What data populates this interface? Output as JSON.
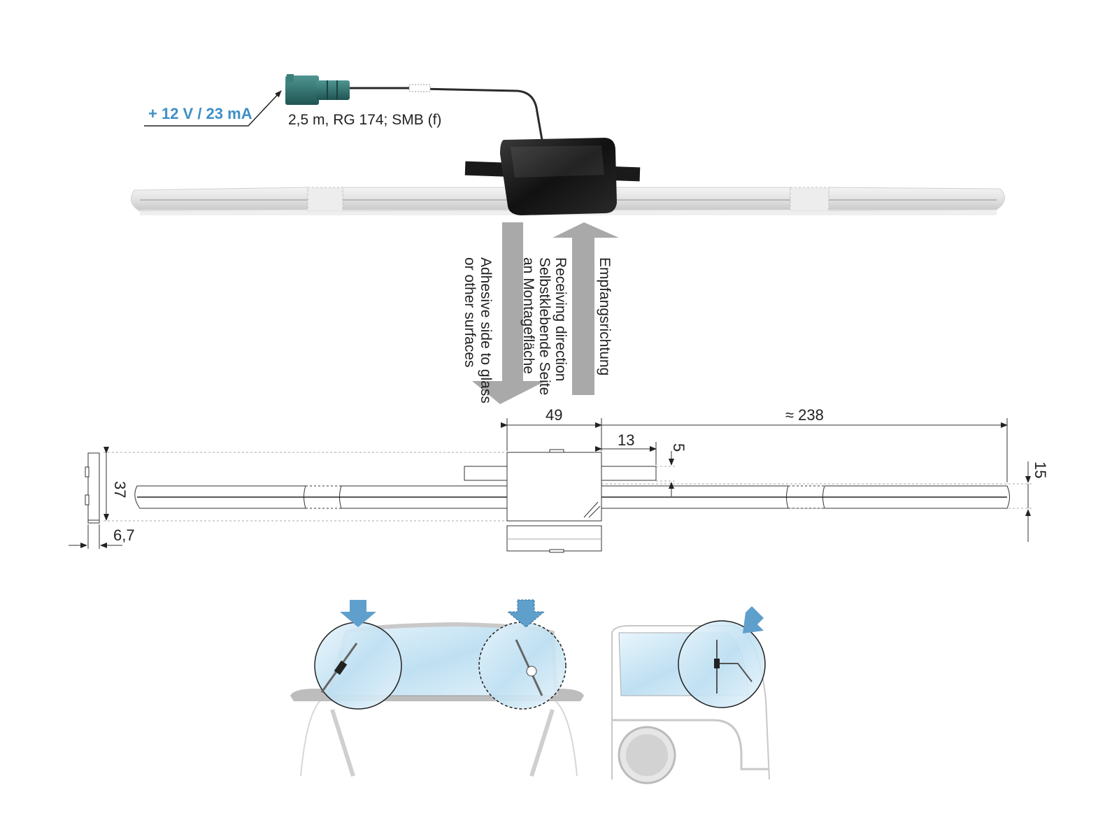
{
  "power_label": "+ 12 V / 23 mA",
  "cable_spec": "2,5 m, RG 174; SMB (f)",
  "arrow_labels": {
    "adhesive_en_1": "Adhesive side to glass",
    "adhesive_en_2": "or other surfaces",
    "receiving_en": "Receiving direction",
    "adhesive_de_1": "Selbstklebende Seite",
    "adhesive_de_2": "an Montagefläche",
    "receiving_de": "Empfangsrichtung"
  },
  "dimensions": {
    "module_width": "49",
    "total_length": "≈ 238",
    "tab_length": "13",
    "tab_height": "5",
    "side_height": "37",
    "side_depth": "6,7",
    "element_height": "15"
  },
  "colors": {
    "accent_blue": "#3e8fc6",
    "connector_teal": "#2e6e6b",
    "module_black": "#121212",
    "glass_blue": "#cfe7f5"
  },
  "icons": [
    "fakra-connector-icon",
    "down-arrow-icon",
    "car-front-icon",
    "car-rear-icon"
  ]
}
